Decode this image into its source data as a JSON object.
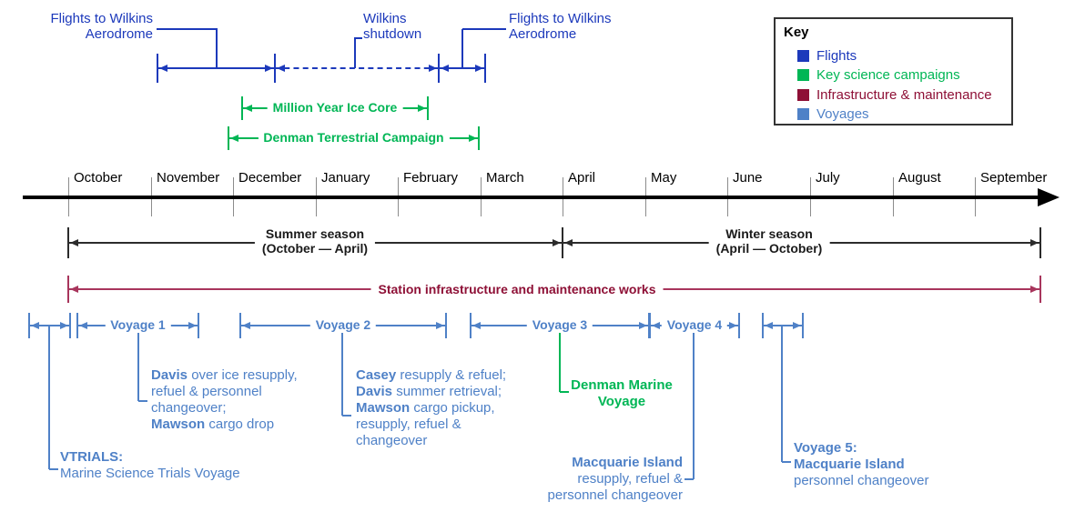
{
  "colors": {
    "flights": "#1C39BB",
    "science": "#00B655",
    "infrastructure": "#8E1036",
    "infrastructure_line": "#A8355C",
    "voyages": "#4F81C7",
    "axis": "#000000",
    "tick": "#8C8C8C",
    "season": "#2B2B2B"
  },
  "key": {
    "title": "Key",
    "items": [
      {
        "id": "flights",
        "label": "Flights",
        "color_key": "flights"
      },
      {
        "id": "science-campaigns",
        "label": "Key science campaigns",
        "color_key": "science"
      },
      {
        "id": "infrastructure-maintenance",
        "label": "Infrastructure & maintenance",
        "color_key": "infrastructure"
      },
      {
        "id": "voyages",
        "label": "Voyages",
        "color_key": "voyages"
      }
    ]
  },
  "timeline": {
    "months": [
      "October",
      "November",
      "December",
      "January",
      "February",
      "March",
      "April",
      "May",
      "June",
      "July",
      "August",
      "September"
    ]
  },
  "flights": {
    "left_label": [
      "Flights to Wilkins",
      "Aerodrome"
    ],
    "shutdown_label": [
      "Wilkins",
      "shutdown"
    ],
    "right_label": [
      "Flights to Wilkins",
      "Aerodrome"
    ]
  },
  "campaigns": [
    {
      "id": "million-year-ice-core",
      "label": "Million Year Ice Core"
    },
    {
      "id": "denman-terrestrial-campaign",
      "label": "Denman Terrestrial Campaign"
    }
  ],
  "seasons": [
    {
      "name": "Summer season",
      "range": "(October — April)"
    },
    {
      "name": "Winter season",
      "range": "(April — October)"
    }
  ],
  "infrastructure": {
    "label": "Station infrastructure and maintenance works"
  },
  "voyages": [
    {
      "id": "vtrials",
      "arrow_label": "",
      "annotation": {
        "align": "left",
        "lines": [
          [
            {
              "t": "VTRIALS:",
              "b": true
            }
          ],
          [
            {
              "t": "Marine Science Trials Voyage"
            }
          ]
        ]
      }
    },
    {
      "id": "voyage-1",
      "arrow_label": "Voyage 1",
      "annotation": {
        "align": "left",
        "lines": [
          [
            {
              "t": "Davis",
              "b": true
            },
            {
              "t": " over ice resupply,"
            }
          ],
          [
            {
              "t": "refuel & personnel"
            }
          ],
          [
            {
              "t": "changeover;"
            }
          ],
          [
            {
              "t": "Mawson",
              "b": true
            },
            {
              "t": " cargo drop"
            }
          ]
        ]
      }
    },
    {
      "id": "voyage-2",
      "arrow_label": "Voyage 2",
      "annotation": {
        "align": "left",
        "lines": [
          [
            {
              "t": "Casey",
              "b": true
            },
            {
              "t": " resupply & refuel;"
            }
          ],
          [
            {
              "t": "Davis",
              "b": true
            },
            {
              "t": " summer retrieval;"
            }
          ],
          [
            {
              "t": "Mawson",
              "b": true
            },
            {
              "t": " cargo pickup,"
            }
          ],
          [
            {
              "t": "resupply, refuel &"
            }
          ],
          [
            {
              "t": "changeover"
            }
          ]
        ]
      }
    },
    {
      "id": "voyage-3",
      "arrow_label": "Voyage 3",
      "annotation": {
        "align": "center",
        "color_key": "science",
        "lines": [
          [
            {
              "t": "Denman Marine",
              "b": true
            }
          ],
          [
            {
              "t": "Voyage",
              "b": true
            }
          ]
        ]
      }
    },
    {
      "id": "voyage-4",
      "arrow_label": "Voyage 4",
      "annotation": {
        "align": "right",
        "lines": [
          [
            {
              "t": "Macquarie Island",
              "b": true
            }
          ],
          [
            {
              "t": "resupply, refuel &"
            }
          ],
          [
            {
              "t": "personnel changeover"
            }
          ]
        ]
      }
    },
    {
      "id": "voyage-5",
      "arrow_label": "",
      "annotation": {
        "align": "left",
        "lines": [
          [
            {
              "t": "Voyage 5:",
              "b": true
            }
          ],
          [
            {
              "t": "Macquarie Island",
              "b": true
            }
          ],
          [
            {
              "t": "personnel changeover"
            }
          ]
        ]
      }
    }
  ]
}
